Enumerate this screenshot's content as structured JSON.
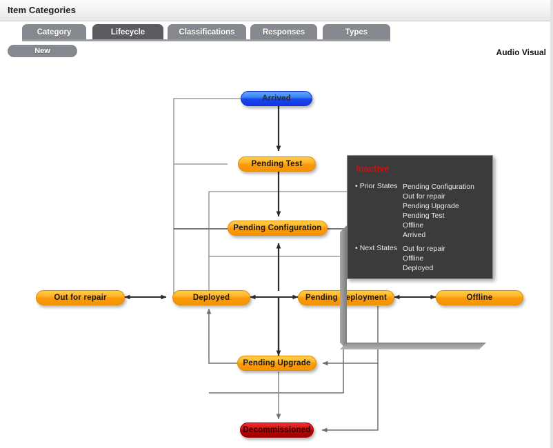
{
  "window": {
    "title": "Item Categories"
  },
  "tabs": [
    {
      "label": "Category",
      "active": false
    },
    {
      "label": "Lifecycle",
      "active": true
    },
    {
      "label": "Classifications",
      "active": false
    },
    {
      "label": "Responses",
      "active": false
    },
    {
      "label": "Types",
      "active": false
    }
  ],
  "toolbar": {
    "new_label": "New",
    "category_name": "Audio Visual"
  },
  "diagram": {
    "nodes": [
      {
        "id": "arrived",
        "label": "Arrived",
        "color": "blue"
      },
      {
        "id": "pending-configuration",
        "label": "Pending Configuration",
        "color": "orange"
      },
      {
        "id": "pending-test",
        "label": "Pending Test",
        "color": "orange"
      },
      {
        "id": "out-for-repair",
        "label": "Out for repair",
        "color": "orange"
      },
      {
        "id": "deployed",
        "label": "Deployed",
        "color": "orange"
      },
      {
        "id": "pending-deployment",
        "label": "Pending Deployment",
        "color": "orange"
      },
      {
        "id": "offline",
        "label": "Offline",
        "color": "orange"
      },
      {
        "id": "pending-upgrade",
        "label": "Pending Upgrade",
        "color": "orange"
      },
      {
        "id": "decommissioned",
        "label": "Decommissioned",
        "color": "red"
      }
    ]
  },
  "tooltip": {
    "title": "Inactive",
    "prior_label": "Prior States",
    "prior_states": [
      "Pending Configuration",
      "Out for repair",
      "Pending Upgrade",
      "Pending Test",
      "Offline",
      "Arrived"
    ],
    "next_label": "Next States",
    "next_states": [
      "Out for repair",
      "Offline",
      "Deployed"
    ],
    "bullet": "•"
  },
  "colors": {
    "tab_inactive": "#85888e",
    "tab_active": "#5a5c60",
    "node_orange": "#fa990c",
    "node_blue": "#1746ea",
    "node_red": "#b40202",
    "tooltip_bg": "#3b3b3b",
    "tooltip_title": "#cc1111",
    "wire_dark": "#2b2b2b",
    "wire_light": "#8a8a8a"
  }
}
